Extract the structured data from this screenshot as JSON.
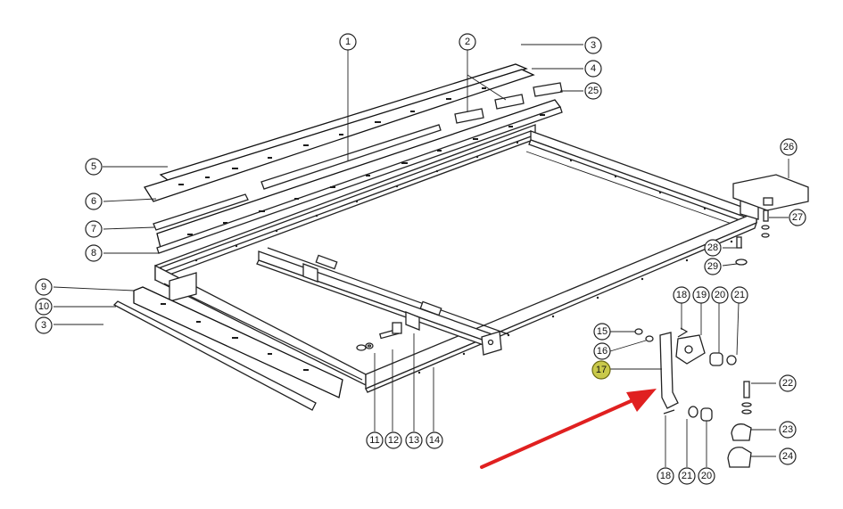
{
  "labels": [
    {
      "id": "1",
      "text": "1"
    },
    {
      "id": "2",
      "text": "2"
    },
    {
      "id": "3a",
      "text": "3"
    },
    {
      "id": "4",
      "text": "4"
    },
    {
      "id": "25",
      "text": "25"
    },
    {
      "id": "5",
      "text": "5"
    },
    {
      "id": "6",
      "text": "6"
    },
    {
      "id": "7",
      "text": "7"
    },
    {
      "id": "8",
      "text": "8"
    },
    {
      "id": "9",
      "text": "9"
    },
    {
      "id": "10",
      "text": "10"
    },
    {
      "id": "3b",
      "text": "3"
    },
    {
      "id": "26",
      "text": "26"
    },
    {
      "id": "27",
      "text": "27"
    },
    {
      "id": "28",
      "text": "28"
    },
    {
      "id": "29",
      "text": "29"
    },
    {
      "id": "18a",
      "text": "18"
    },
    {
      "id": "19",
      "text": "19"
    },
    {
      "id": "20a",
      "text": "20"
    },
    {
      "id": "21a",
      "text": "21"
    },
    {
      "id": "15",
      "text": "15"
    },
    {
      "id": "16",
      "text": "16"
    },
    {
      "id": "17",
      "text": "17"
    },
    {
      "id": "22",
      "text": "22"
    },
    {
      "id": "23",
      "text": "23"
    },
    {
      "id": "24",
      "text": "24"
    },
    {
      "id": "11",
      "text": "11"
    },
    {
      "id": "12",
      "text": "12"
    },
    {
      "id": "13",
      "text": "13"
    },
    {
      "id": "14",
      "text": "14"
    },
    {
      "id": "18b",
      "text": "18"
    },
    {
      "id": "21b",
      "text": "21"
    },
    {
      "id": "20b",
      "text": "20"
    }
  ],
  "colors": {
    "line": "#222222",
    "highlight": "#c9c94a",
    "arrow": "#e02020",
    "background": "#ffffff"
  }
}
